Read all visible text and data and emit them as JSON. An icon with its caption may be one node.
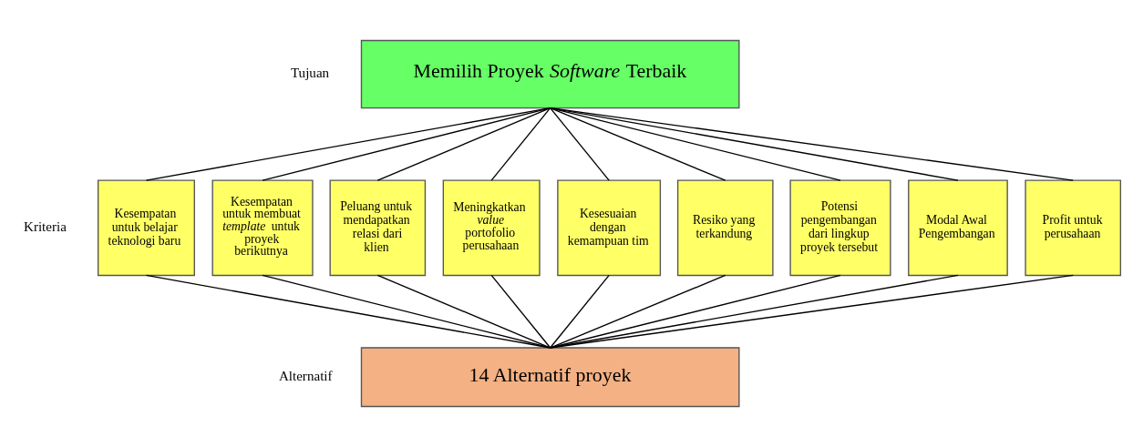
{
  "diagram": {
    "nodes": [
      {
        "text": [
          "Memilih Proyek *Software* Terbaik"
        ]
      },
      {
        "text": [
          "Kesempatan untuk belajar teknologi baru"
        ]
      },
      {
        "text": [
          "Kesempatan untuk membuat *template* untuk proyek berikutnya"
        ]
      },
      {
        "text": [
          "Peluang untuk mendapatkan relasi dari klien"
        ]
      },
      {
        "text": [
          "Meningkatkan *value* portofolio perusahaan"
        ]
      },
      {
        "text": [
          "Kesesuaian dengan kemampuan tim"
        ]
      },
      {
        "text": [
          "Resiko yang terkandung"
        ]
      },
      {
        "text": [
          "Potensi pengembangan dari lingkup proyek tersebut"
        ]
      },
      {
        "text": [
          "Modal Awal Pengembangan"
        ]
      },
      {
        "text": [
          "Profit untuk perusahaan"
        ]
      },
      {
        "text": [
          "14 Alternatif proyek"
        ]
      }
    ],
    "edges": [
      {
        "from": 0,
        "to": 1,
        "arrow": "none"
      },
      {
        "from": 0,
        "to": 2,
        "arrow": "none"
      },
      {
        "from": 0,
        "to": 3,
        "arrow": "none"
      },
      {
        "from": 0,
        "to": 4,
        "arrow": "none"
      },
      {
        "from": 0,
        "to": 5,
        "arrow": "none"
      },
      {
        "from": 0,
        "to": 6,
        "arrow": "none"
      },
      {
        "from": 0,
        "to": 7,
        "arrow": "none"
      },
      {
        "from": 0,
        "to": 8,
        "arrow": "none"
      },
      {
        "from": 0,
        "to": 9,
        "arrow": "none"
      },
      {
        "from": 1,
        "to": 10,
        "arrow": "none"
      },
      {
        "from": 2,
        "to": 10,
        "arrow": "none"
      },
      {
        "from": 3,
        "to": 10,
        "arrow": "none"
      },
      {
        "from": 4,
        "to": 10,
        "arrow": "none"
      },
      {
        "from": 5,
        "to": 10,
        "arrow": "none"
      },
      {
        "from": 6,
        "to": 10,
        "arrow": "none"
      },
      {
        "from": 7,
        "to": 10,
        "arrow": "none"
      },
      {
        "from": 8,
        "to": 10,
        "arrow": "none"
      },
      {
        "from": 9,
        "to": 10,
        "arrow": "none"
      }
    ],
    "labels": [
      "Tujuan",
      "Kriteria",
      "Alternatif"
    ]
  }
}
